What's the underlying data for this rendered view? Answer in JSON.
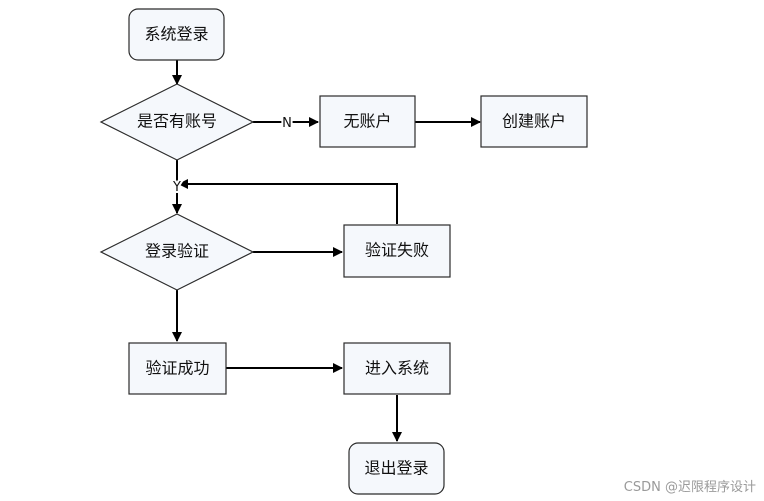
{
  "nodes": {
    "start": "系统登录",
    "has_account": "是否有账号",
    "no_account": "无账户",
    "create_account": "创建账户",
    "verify": "登录验证",
    "verify_fail": "验证失败",
    "verify_success": "验证成功",
    "enter_system": "进入系统",
    "logout": "退出登录"
  },
  "edge_labels": {
    "no": "N",
    "yes": "Y"
  },
  "watermark": "CSDN @迟限程序设计",
  "colors": {
    "node_fill": "#f5f8fc",
    "node_stroke": "#2b2b2b",
    "edge": "#000000"
  }
}
